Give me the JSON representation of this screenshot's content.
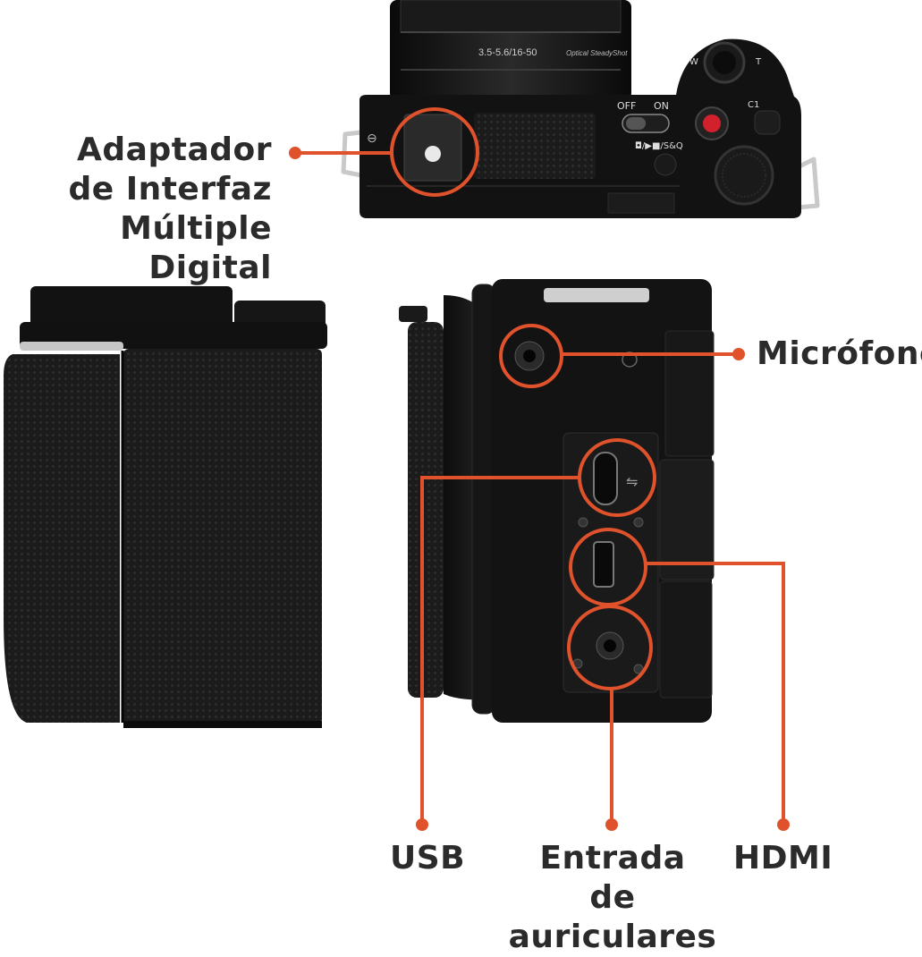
{
  "top_view": {
    "lens_text": "3.5-5.6/16-50",
    "lens_brand": "Optical SteadyShot",
    "switch_off": "OFF",
    "switch_on": "ON",
    "mode_label": "◘/▶■/S&Q",
    "c1_label": "C1",
    "zoom_w": "W",
    "zoom_t": "T"
  },
  "labels": {
    "hotshoe_line1": "Adaptador",
    "hotshoe_line2": "de Interfaz",
    "hotshoe_line3": "Múltiple Digital",
    "microphone": "Micrófono",
    "usb": "USB",
    "headphone_line1": "Entrada",
    "headphone_line2": "de auriculares",
    "hdmi": "HDMI"
  },
  "colors": {
    "accent": "#e0522b",
    "label_text": "#2b2b2b",
    "camera_body": "#111111"
  }
}
